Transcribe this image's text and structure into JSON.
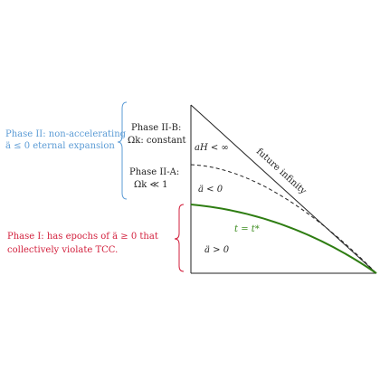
{
  "phase2": {
    "line1": "Phase II: non-accelerating",
    "line2": "ä ≤ 0 eternal expansion",
    "color": "#5b9bd5"
  },
  "phase2b": {
    "title": "Phase II-B:",
    "subtitle": "Ωk: constant"
  },
  "phase2a": {
    "title": "Phase II-A:",
    "subtitle": "Ωk ≪ 1"
  },
  "phase1": {
    "line1": "Phase I: has epochs of ä ≥ 0 that",
    "line2": "collectively violate TCC.",
    "color": "#d21f3c"
  },
  "annotations": {
    "aH": "aH < ∞",
    "a_neg": "ä < 0",
    "a_pos": "ä > 0",
    "t_star": "t = t*",
    "future_infinity": "future infinity"
  },
  "colors": {
    "curve": "#2e7d12",
    "t_star_label": "#3c8c1e",
    "lines": "#222222"
  }
}
